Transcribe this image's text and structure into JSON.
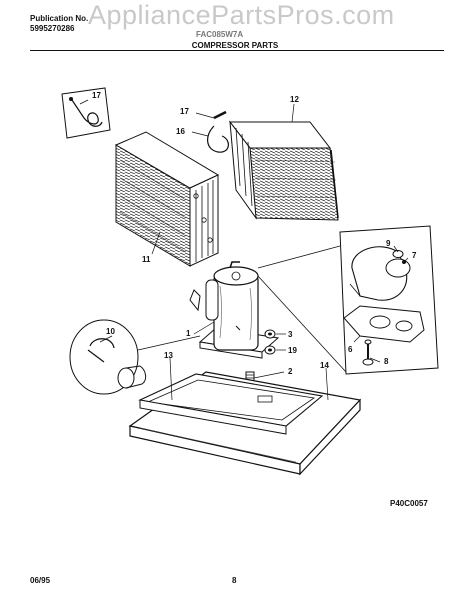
{
  "header": {
    "publication_label": "Publication No.",
    "publication_number": "5995270286",
    "model_number": "FAC085W7A",
    "section_title": "COMPRESSOR PARTS",
    "watermark": "AppliancePartsPros.com"
  },
  "callouts": [
    "17",
    "17",
    "12",
    "16",
    "11",
    "9",
    "7",
    "1",
    "3",
    "19",
    "2",
    "8",
    "6",
    "10",
    "13",
    "14"
  ],
  "figure_code": "P40C0057",
  "footer": {
    "date": "06/95",
    "page": "8"
  }
}
